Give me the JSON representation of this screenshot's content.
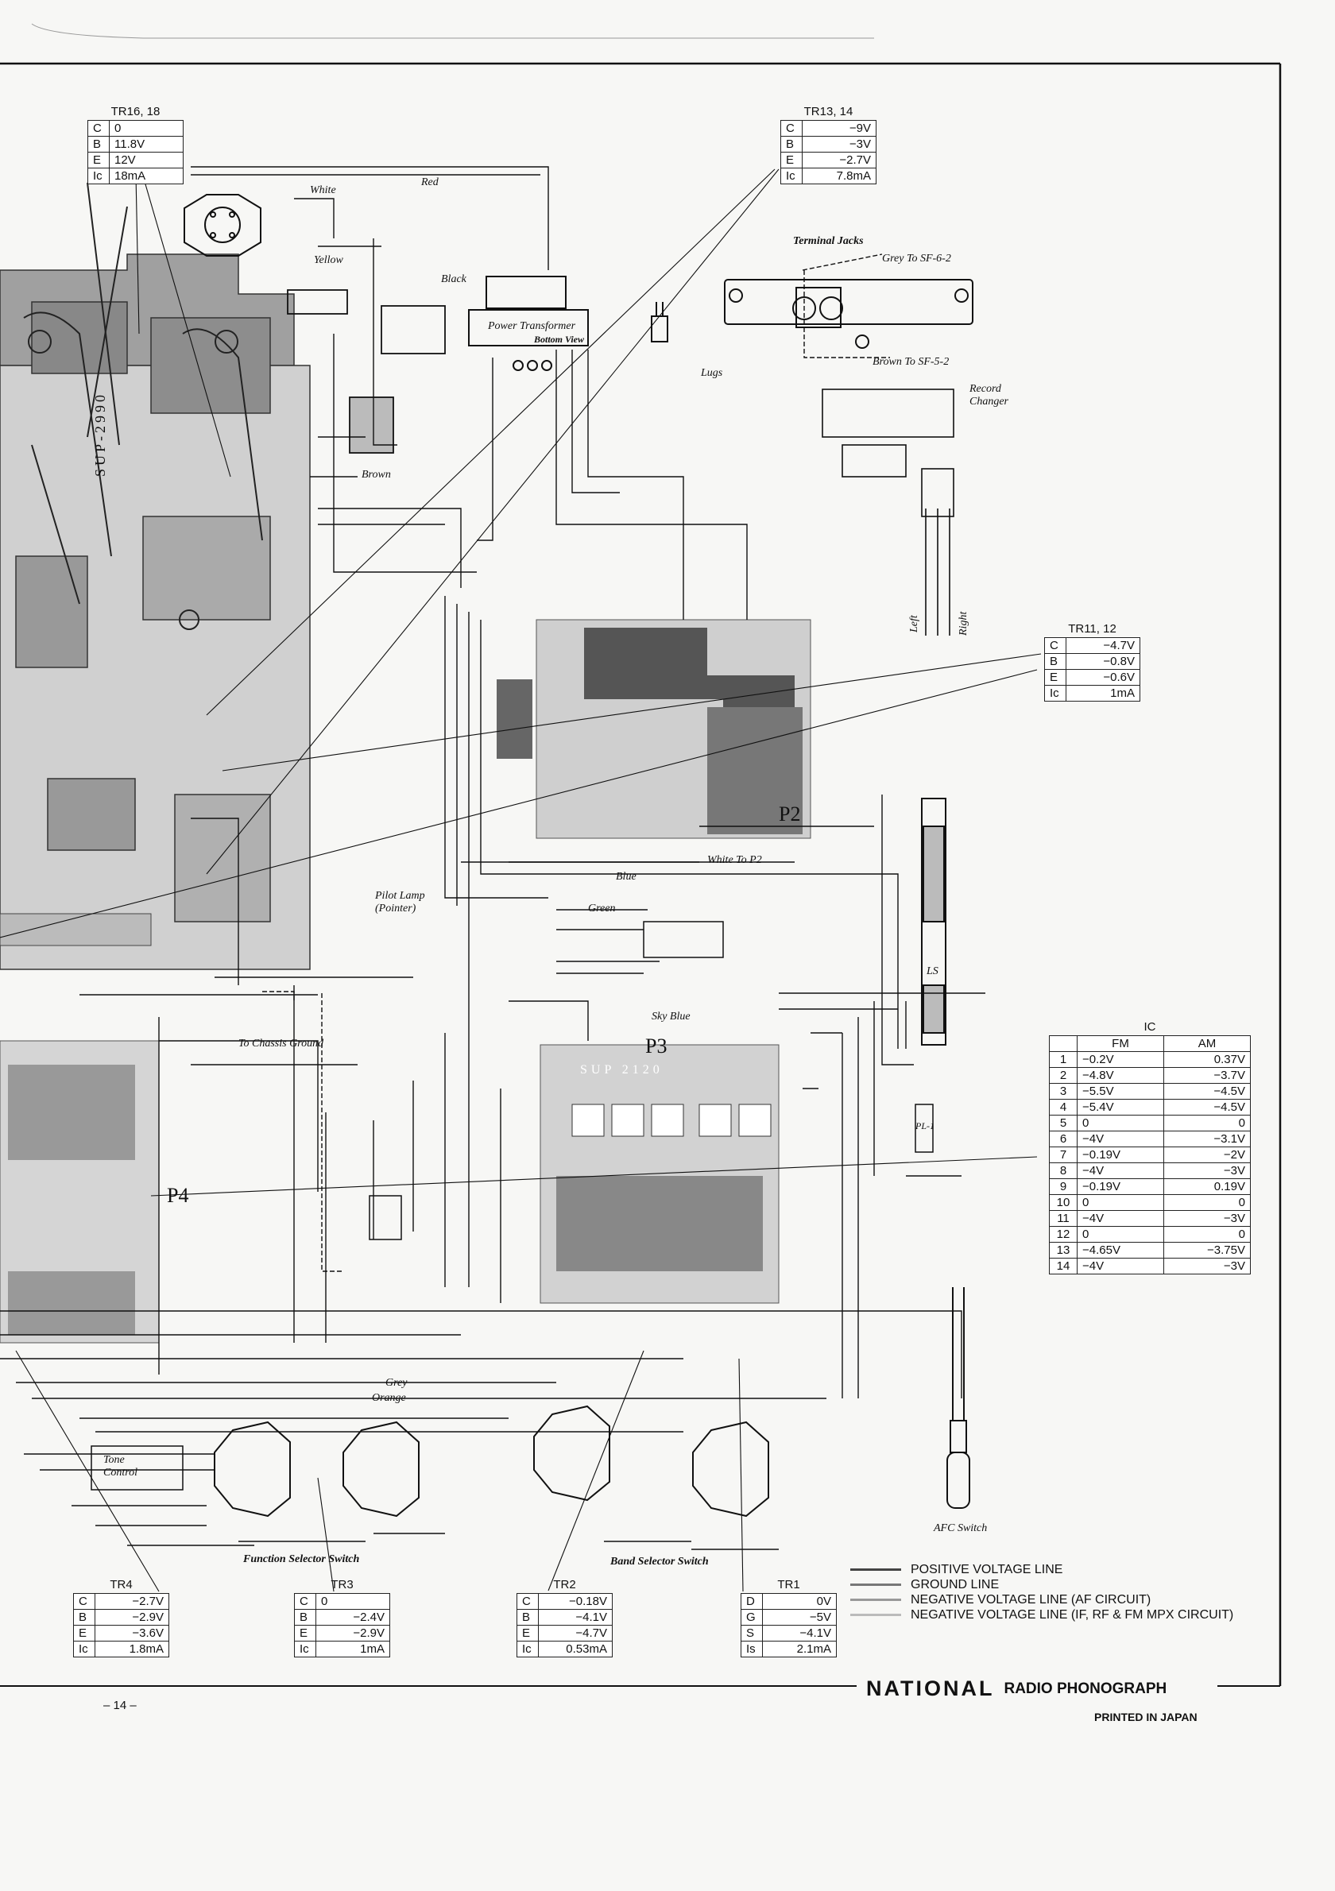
{
  "tables": {
    "tr16_18": {
      "title": "TR16, 18",
      "rows": [
        {
          "k": "C",
          "v": "0"
        },
        {
          "k": "B",
          "v": "11.8V"
        },
        {
          "k": "E",
          "v": "12V"
        },
        {
          "k": "Ic",
          "v": "18mA"
        }
      ]
    },
    "tr13_14": {
      "title": "TR13, 14",
      "rows": [
        {
          "k": "C",
          "v": "−9V"
        },
        {
          "k": "B",
          "v": "−3V"
        },
        {
          "k": "E",
          "v": "−2.7V"
        },
        {
          "k": "Ic",
          "v": "7.8mA"
        }
      ]
    },
    "tr11_12": {
      "title": "TR11, 12",
      "rows": [
        {
          "k": "C",
          "v": "−4.7V"
        },
        {
          "k": "B",
          "v": "−0.8V"
        },
        {
          "k": "E",
          "v": "−0.6V"
        },
        {
          "k": "Ic",
          "v": "1mA"
        }
      ]
    },
    "tr4": {
      "title": "TR4",
      "rows": [
        {
          "k": "C",
          "v": "−2.7V"
        },
        {
          "k": "B",
          "v": "−2.9V"
        },
        {
          "k": "E",
          "v": "−3.6V"
        },
        {
          "k": "Ic",
          "v": "1.8mA"
        }
      ]
    },
    "tr3": {
      "title": "TR3",
      "rows": [
        {
          "k": "C",
          "v": "0"
        },
        {
          "k": "B",
          "v": "−2.4V"
        },
        {
          "k": "E",
          "v": "−2.9V"
        },
        {
          "k": "Ic",
          "v": "1mA"
        }
      ]
    },
    "tr2": {
      "title": "TR2",
      "rows": [
        {
          "k": "C",
          "v": "−0.18V"
        },
        {
          "k": "B",
          "v": "−4.1V"
        },
        {
          "k": "E",
          "v": "−4.7V"
        },
        {
          "k": "Ic",
          "v": "0.53mA"
        }
      ]
    },
    "tr1": {
      "title": "TR1",
      "rows": [
        {
          "k": "D",
          "v": "0V"
        },
        {
          "k": "G",
          "v": "−5V"
        },
        {
          "k": "S",
          "v": "−4.1V"
        },
        {
          "k": "Is",
          "v": "2.1mA"
        }
      ]
    }
  },
  "ic_table": {
    "title": "IC",
    "headers": [
      "",
      "FM",
      "AM"
    ],
    "rows": [
      [
        "1",
        "−0.2V",
        "0.37V"
      ],
      [
        "2",
        "−4.8V",
        "−3.7V"
      ],
      [
        "3",
        "−5.5V",
        "−4.5V"
      ],
      [
        "4",
        "−5.4V",
        "−4.5V"
      ],
      [
        "5",
        "0",
        "0"
      ],
      [
        "6",
        "−4V",
        "−3.1V"
      ],
      [
        "7",
        "−0.19V",
        "−2V"
      ],
      [
        "8",
        "−4V",
        "−3V"
      ],
      [
        "9",
        "−0.19V",
        "0.19V"
      ],
      [
        "10",
        "0",
        "0"
      ],
      [
        "11",
        "−4V",
        "−3V"
      ],
      [
        "12",
        "0",
        "0"
      ],
      [
        "13",
        "−4.65V",
        "−3.75V"
      ],
      [
        "14",
        "−4V",
        "−3V"
      ]
    ]
  },
  "labels": {
    "terminal_jacks": "Terminal Jacks",
    "power_transformer": "Power Transformer",
    "bottom_view": "Bottom View",
    "record_changer": "Record Changer",
    "pilot_lamp": "Pilot Lamp (Pointer)",
    "function_selector": "Function Selector Switch",
    "band_selector": "Band Selector Switch",
    "afc_switch": "AFC Switch",
    "tone_control": "Tone Control",
    "p2": "P2",
    "p3": "P3",
    "p4": "P4",
    "lugs": "Lugs",
    "left": "Left",
    "right": "Right",
    "ls": "LS",
    "pl1": "PL-1",
    "chassis_ground": "To Chassis Ground",
    "grey_sf": "Grey To SF-6-2",
    "brown_sf": "Brown To SF-5-2",
    "white_p2": "White To P2",
    "blue": "Blue",
    "green": "Green",
    "red": "Red",
    "black": "Black",
    "yellow": "Yellow",
    "white": "White",
    "brown": "Brown",
    "grey": "Grey",
    "orange": "Orange",
    "sky_blue": "Sky Blue",
    "sup2990": "SUP-2990",
    "sup2120": "SUP 2120"
  },
  "legend": [
    {
      "label": "POSITIVE VOLTAGE LINE",
      "color": "#444444"
    },
    {
      "label": "GROUND LINE",
      "color": "#777777"
    },
    {
      "label": "NEGATIVE VOLTAGE LINE (AF CIRCUIT)",
      "color": "#999999"
    },
    {
      "label": "NEGATIVE VOLTAGE LINE (IF, RF & FM MPX CIRCUIT)",
      "color": "#bbbbbb"
    }
  ],
  "footer": {
    "brand": "NATIONAL",
    "brand_rest": "RADIO PHONOGRAPH",
    "page_number": "– 14 –",
    "printed": "PRINTED IN JAPAN"
  }
}
